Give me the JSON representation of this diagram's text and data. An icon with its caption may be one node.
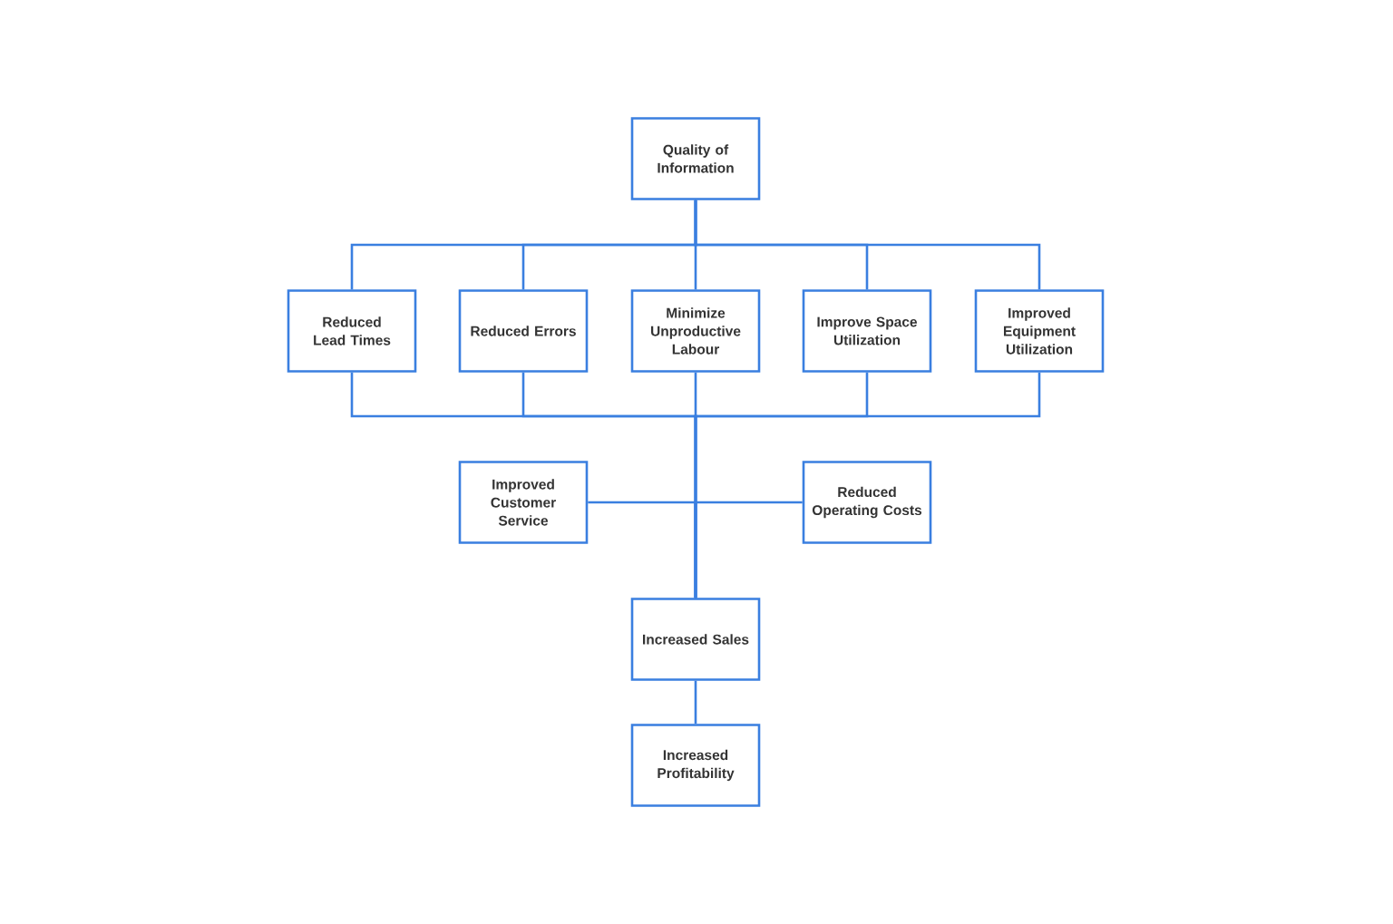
{
  "diagram": {
    "nodes": [
      {
        "text": [
          "Quality of Information"
        ]
      },
      {
        "text": [
          "Reduced Lead Times"
        ]
      },
      {
        "text": [
          "Reduced Errors"
        ]
      },
      {
        "text": [
          "Minimize Unproductive Labour"
        ]
      },
      {
        "text": [
          "Improve Space Utilization"
        ]
      },
      {
        "text": [
          "Improved Equipment Utilization"
        ]
      },
      {
        "text": [
          "Improved Customer Service"
        ]
      },
      {
        "text": [
          "Reduced Operating Costs"
        ]
      },
      {
        "text": [
          "Increased Sales"
        ]
      },
      {
        "text": [
          "Increased Profitability"
        ]
      }
    ],
    "edges": [
      {
        "from": 0,
        "to": 1,
        "arrow": "none"
      },
      {
        "from": 0,
        "to": 2,
        "arrow": "none"
      },
      {
        "from": 0,
        "to": 3,
        "arrow": "none"
      },
      {
        "from": 0,
        "to": 4,
        "arrow": "none"
      },
      {
        "from": 0,
        "to": 5,
        "arrow": "none"
      },
      {
        "from": 1,
        "to": 8,
        "arrow": "none"
      },
      {
        "from": 2,
        "to": 8,
        "arrow": "none"
      },
      {
        "from": 3,
        "to": 8,
        "arrow": "none"
      },
      {
        "from": 4,
        "to": 8,
        "arrow": "none"
      },
      {
        "from": 5,
        "to": 8,
        "arrow": "none"
      },
      {
        "from": 6,
        "to": 8,
        "arrow": "none"
      },
      {
        "from": 7,
        "to": 8,
        "arrow": "none"
      },
      {
        "from": 8,
        "to": 9,
        "arrow": "none"
      }
    ]
  }
}
